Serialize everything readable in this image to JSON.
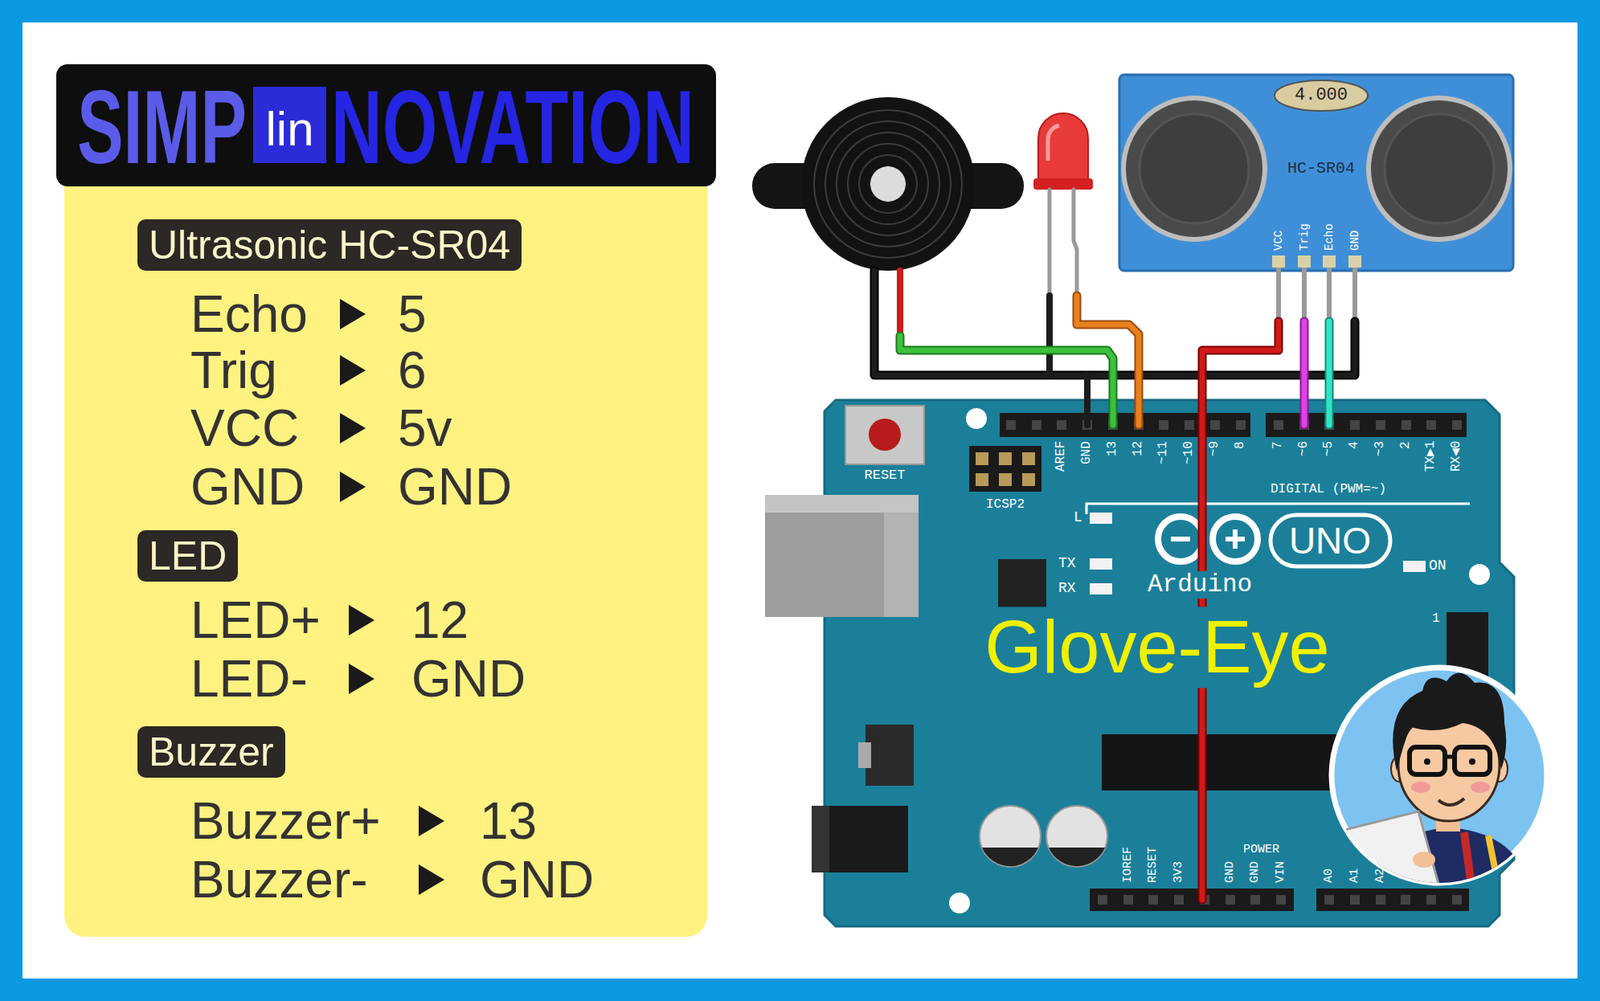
{
  "diagram": {
    "title": "Glove-Eye",
    "nodes": [
      {
        "text": [
          "SIMP",
          "lin",
          "NOVATION"
        ]
      },
      {
        "text": [
          "Ultrasonic HC-SR04"
        ]
      },
      {
        "text": [
          "LED"
        ]
      },
      {
        "text": [
          "Buzzer"
        ]
      }
    ],
    "labels": [
      "Echo",
      "5",
      "Trig",
      "6",
      "VCC",
      "5v",
      "GND",
      "GND",
      "LED+",
      "12",
      "LED-",
      "GND",
      "Buzzer+",
      "13",
      "Buzzer-",
      "GND",
      "4.000",
      "HC-SR04",
      "VCC",
      "Trig",
      "Echo",
      "GND",
      "RESET",
      "ICSP2",
      "AREF",
      "GND",
      "13",
      "12",
      "~11",
      "~10",
      "~9",
      "8",
      "7",
      "~6",
      "~5",
      "4",
      "~3",
      "2",
      "TX▶1",
      "RX◀0",
      "DIGITAL (PWM=~)",
      "L",
      "TX",
      "RX",
      "UNO",
      "Arduino",
      "ON",
      "1",
      "IOREF",
      "RESET",
      "3V3",
      "GND",
      "GND",
      "VIN",
      "POWER",
      "A0",
      "A1",
      "A2"
    ]
  }
}
